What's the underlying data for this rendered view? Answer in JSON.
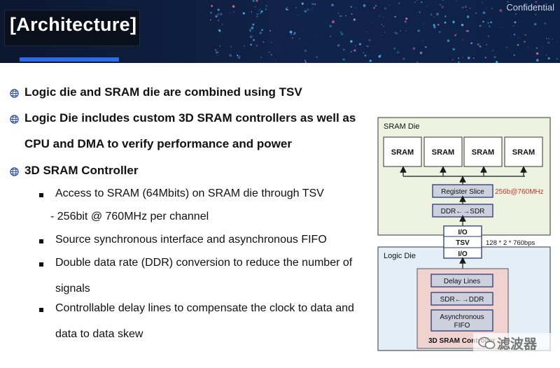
{
  "header": {
    "title": "[Architecture]",
    "confidential": "Confidential"
  },
  "bullets": [
    {
      "level": 1,
      "lines": [
        "Logic die and SRAM die are combined using TSV"
      ]
    },
    {
      "level": 1,
      "lines": [
        "Logic Die includes custom 3D SRAM controllers as well as",
        "CPU and DMA to verify performance and power"
      ]
    },
    {
      "level": 1,
      "lines": [
        "3D SRAM Controller"
      ]
    },
    {
      "level": 2,
      "lines": [
        "Access to SRAM (64Mbits) on SRAM die through TSV"
      ]
    },
    {
      "level": 3,
      "lines": [
        "- 256bit @ 760MHz per channel"
      ]
    },
    {
      "level": 2,
      "lines": [
        "Source synchronous interface and asynchronous FIFO"
      ]
    },
    {
      "level": 2,
      "lines": [
        "Double data rate (DDR) conversion to reduce the number of",
        "signals"
      ]
    },
    {
      "level": 2,
      "lines": [
        "Controllable delay lines to compensate the clock to data and",
        "data to data skew"
      ]
    }
  ],
  "diagram": {
    "sram_die_label": "SRAM Die",
    "sram_blocks": [
      "SRAM",
      "SRAM",
      "SRAM",
      "SRAM"
    ],
    "register_slice": "Register Slice",
    "register_rate": "256b@760MHz",
    "ddr_to_sdr": "DDR←→SDR",
    "io_top": "I/O",
    "tsv": "TSV",
    "io_bottom": "I/O",
    "tsv_rate": "128 * 2 * 760bps",
    "logic_die_label": "Logic Die",
    "delay_lines": "Delay Lines",
    "sdr_to_ddr": "SDR←→DDR",
    "async_fifo": [
      "Asynchronous",
      "FIFO"
    ],
    "controller_label": "3D SRAM Controller"
  },
  "watermark": "滤波器",
  "colors": {
    "header_bg": "#0c1730",
    "title_accent": "#2f6ae8",
    "sram_die_bg": "#eef2e0",
    "logic_die_bg": "#e3eef6",
    "controller_bg": "#f0d3d0",
    "block_bg": "#cdd0dd",
    "block_border": "#2b3a73"
  }
}
